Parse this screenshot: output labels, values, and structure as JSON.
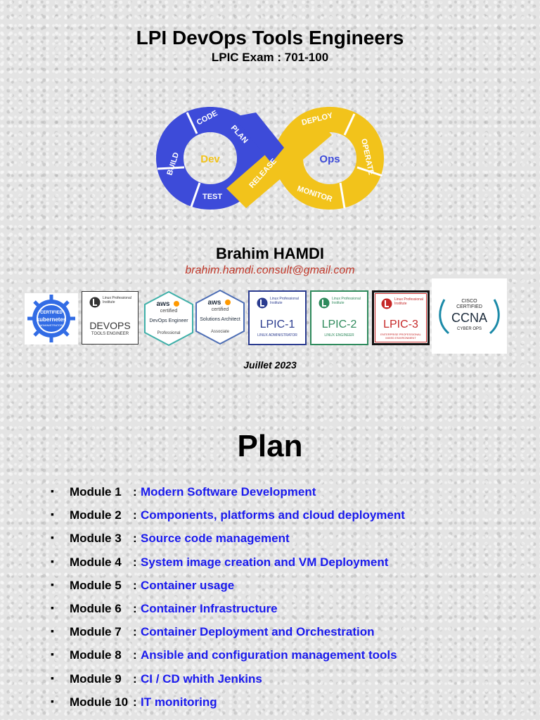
{
  "header": {
    "title": "LPI DevOps Tools Engineers",
    "exam": "LPIC Exam : 701-100"
  },
  "devops_logo": {
    "dev": "Dev",
    "ops": "Ops",
    "stages": [
      "CODE",
      "BUILD",
      "TEST",
      "PLAN",
      "RELEASE",
      "DEPLOY",
      "OPERATE",
      "MONITOR"
    ],
    "colors": {
      "dev_loop": "#3d4bd9",
      "ops_loop": "#f2c31b"
    }
  },
  "author": {
    "name": "Brahim HAMDI",
    "email": "brahim.hamdi.consult@gmail.com"
  },
  "badges": {
    "k8s": {
      "line1": "CERTIFIED",
      "line2": "kubernetes",
      "line3": "ADMINISTRATOR"
    },
    "devops": {
      "org": "Linux Professional Institute",
      "name": "DEVOPS",
      "sub": "TOOLS ENGINEER"
    },
    "aws_devops": {
      "brand": "aws",
      "cert": "certified",
      "role": "DevOps Engineer",
      "level": "Professional"
    },
    "aws_sa": {
      "brand": "aws",
      "cert": "certified",
      "role": "Solutions Architect",
      "level": "Associate"
    },
    "lpic1": {
      "org": "Linux Professional Institute",
      "name": "LPIC-1",
      "sub": "LINUX ADMINISTRATOR"
    },
    "lpic2": {
      "org": "Linux Professional Institute",
      "name": "LPIC-2",
      "sub": "LINUX ENGINEER"
    },
    "lpic3": {
      "org": "Linux Professional Institute",
      "name": "LPIC-3",
      "sub": "ENTERPRISE PROFESSIONAL MIXED ENVIRONMENT"
    },
    "ccna": {
      "line1": "CISCO",
      "line2": "CERTIFIED",
      "name": "CCNA",
      "sub": "CYBER OPS"
    }
  },
  "date": "Juillet 2023",
  "plan": {
    "title": "Plan",
    "modules": [
      {
        "label": "Module 1",
        "title": "Modern Software Development"
      },
      {
        "label": "Module 2",
        "title": "Components, platforms and cloud deployment"
      },
      {
        "label": "Module 3",
        "title": "Source code management"
      },
      {
        "label": "Module 4",
        "title": "System image creation and VM Deployment"
      },
      {
        "label": "Module 5",
        "title": "Container usage"
      },
      {
        "label": "Module 6",
        "title": "Container Infrastructure"
      },
      {
        "label": "Module 7",
        "title": "Container Deployment and Orchestration"
      },
      {
        "label": "Module 8",
        "title": "Ansible and configuration management tools"
      },
      {
        "label": "Module 9",
        "title": "CI / CD whith Jenkins"
      },
      {
        "label": "Module 10",
        "title": "IT monitoring"
      }
    ]
  }
}
